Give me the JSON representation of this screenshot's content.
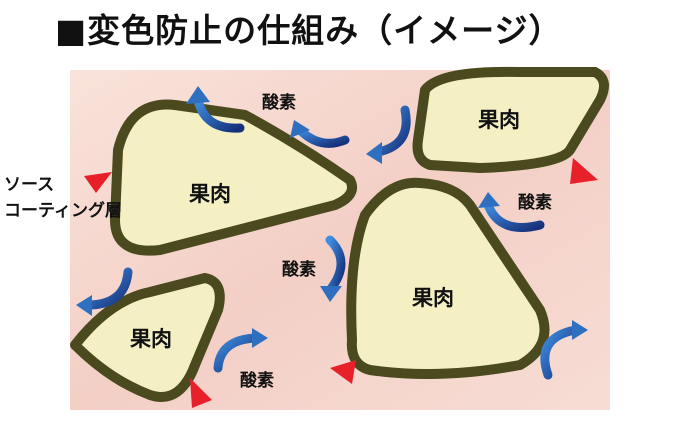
{
  "title": "■変色防止の仕組み（イメージ）",
  "labels": {
    "fruit": [
      "果肉",
      "果肉",
      "果肉",
      "果肉"
    ],
    "oxygen": [
      "酸素",
      "酸素",
      "酸素",
      "酸素"
    ],
    "sauce_line1": "ソース",
    "sauce_line2": "コーティング層"
  },
  "colors": {
    "outline": "#4a4a1e",
    "flesh": "#f4f0c4",
    "background": "#f6d6cf",
    "arrow": "#2f6fc0",
    "marker": "#e8202a"
  }
}
